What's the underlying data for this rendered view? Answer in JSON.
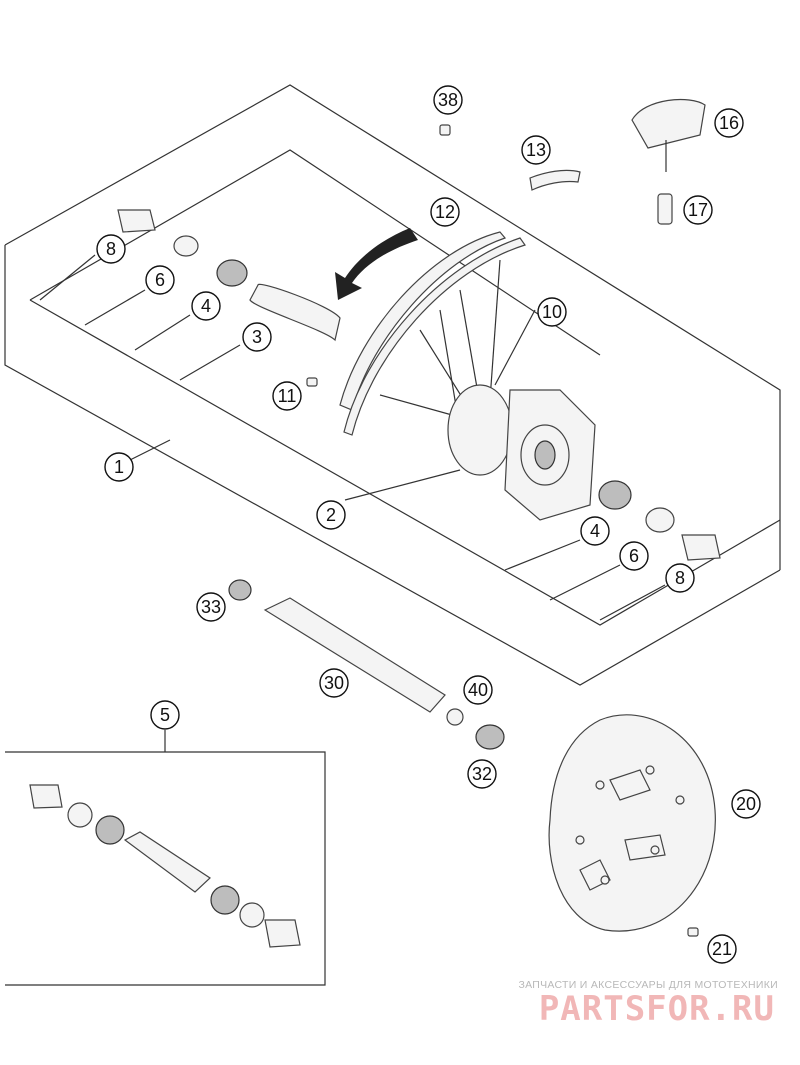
{
  "callouts": {
    "c38": "38",
    "c16": "16",
    "c13": "13",
    "c17": "17",
    "c12": "12",
    "c8a": "8",
    "c6a": "6",
    "c4a": "4",
    "c3": "3",
    "c11": "11",
    "c10": "10",
    "c1": "1",
    "c2": "2",
    "c4b": "4",
    "c6b": "6",
    "c8b": "8",
    "c33": "33",
    "c30": "30",
    "c40": "40",
    "c32": "32",
    "c5": "5",
    "c20": "20",
    "c21": "21"
  },
  "watermark": {
    "caption": "ЗАПЧАСТИ И АКСЕССУАРЫ ДЛЯ МОТОТЕХНИКИ",
    "logo": "PARTSFOR.RU"
  }
}
